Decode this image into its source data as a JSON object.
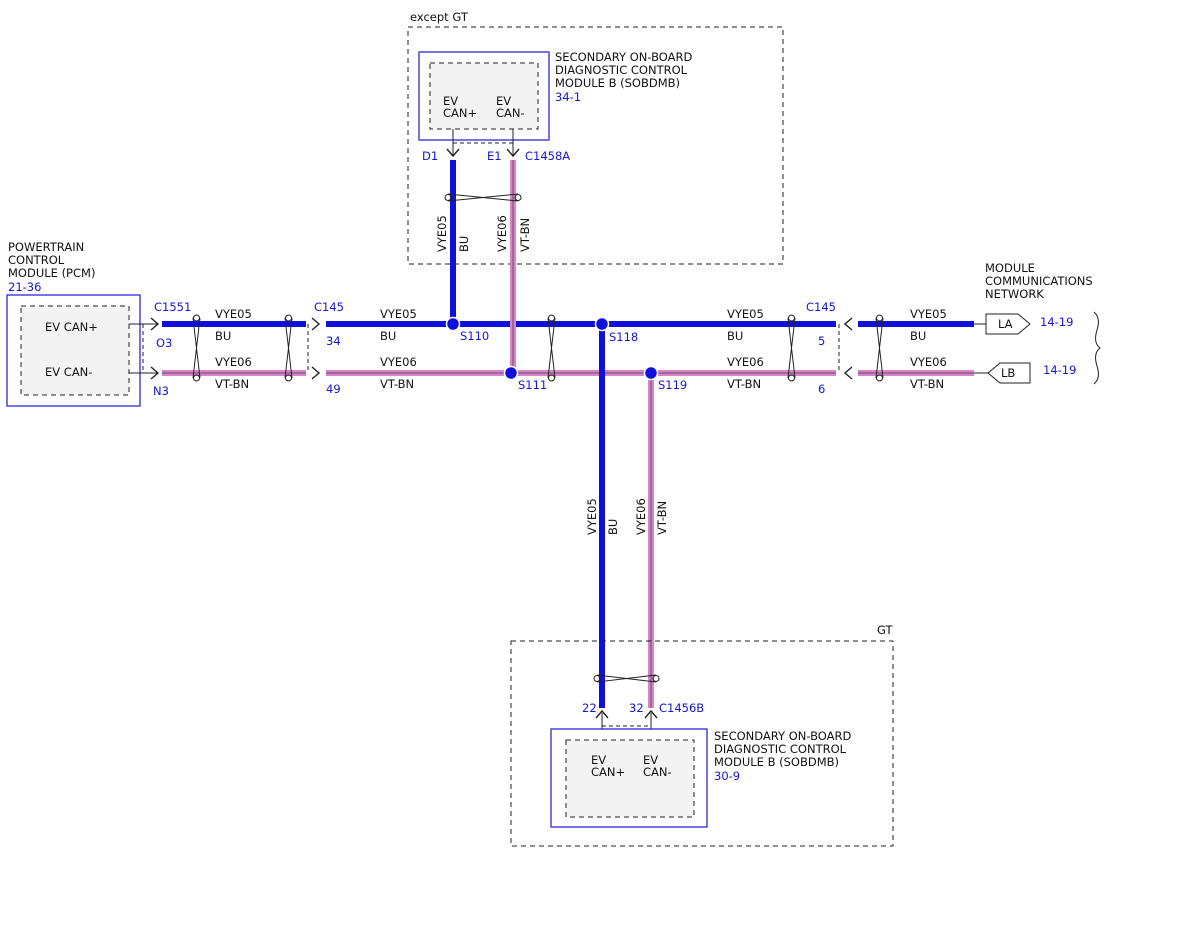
{
  "sobdmb_top": {
    "variant": "except GT",
    "name_lines": [
      "SECONDARY ON-BOARD",
      "DIAGNOSTIC CONTROL",
      "MODULE B (SOBDMB)"
    ],
    "ref": "34-1",
    "pin_plus_lines": [
      "EV",
      "CAN+"
    ],
    "pin_minus_lines": [
      "EV",
      "CAN-"
    ],
    "pin_plus_cavity": "D1",
    "pin_minus_cavity": "E1",
    "connector": "C1458A"
  },
  "sobdmb_bottom": {
    "variant": "GT",
    "name_lines": [
      "SECONDARY ON-BOARD",
      "DIAGNOSTIC CONTROL",
      "MODULE B (SOBDMB)"
    ],
    "ref": "30-9",
    "pin_plus_lines": [
      "EV",
      "CAN+"
    ],
    "pin_minus_lines": [
      "EV",
      "CAN-"
    ],
    "pin_plus_cavity": "22",
    "pin_minus_cavity": "32",
    "connector": "C1456B"
  },
  "pcm": {
    "name_lines": [
      "POWERTRAIN",
      "CONTROL",
      "MODULE (PCM)"
    ],
    "ref": "21-36",
    "pin_plus": "EV CAN+",
    "pin_minus": "EV CAN-",
    "connector": "C1551",
    "cavity_plus": "O3",
    "cavity_minus": "N3"
  },
  "network": {
    "name_lines": [
      "MODULE",
      "COMMUNICATIONS",
      "NETWORK"
    ],
    "la": "LA",
    "lb": "LB",
    "la_ref": "14-19",
    "lb_ref": "14-19"
  },
  "connectors": {
    "c145_left": "C145",
    "c145_left_pin_plus": "34",
    "c145_left_pin_minus": "49",
    "c145_right": "C145",
    "c145_right_pin_plus": "5",
    "c145_right_pin_minus": "6"
  },
  "splices": {
    "s110": "S110",
    "s111": "S111",
    "s118": "S118",
    "s119": "S119"
  },
  "wires": {
    "plus_circuit": "VYE05",
    "plus_color": "BU",
    "minus_circuit": "VYE06",
    "minus_color": "VT-BN"
  },
  "colors": {
    "bu_wire": "#1010dc",
    "vtbn_wire": "#d784c9",
    "label_blue": "#1515d6"
  }
}
